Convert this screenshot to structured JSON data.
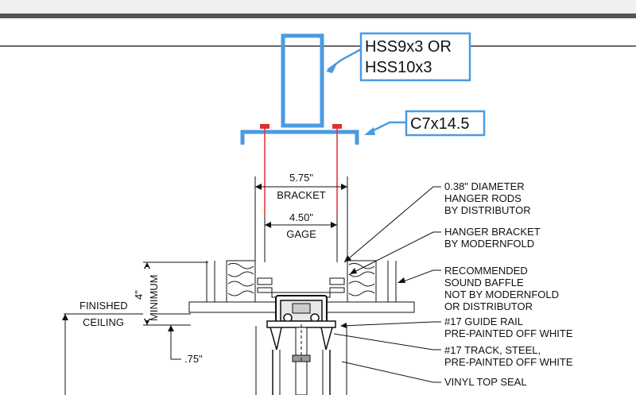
{
  "callouts": {
    "hss": [
      "HSS9x3 OR",
      "HSS10x3"
    ],
    "channel": "C7x14.5"
  },
  "dimensions": {
    "bracket_value": "5.75\"",
    "bracket_label": "BRACKET",
    "gage_value": "4.50\"",
    "gage_label": "GAGE",
    "minimum_label": "MINIMUM",
    "minimum_value": "4\"",
    "gap_value": ".75\"",
    "finished_ceiling": [
      "FINISHED",
      "CEILING"
    ]
  },
  "notes": [
    [
      "0.38\" DIAMETER",
      "HANGER RODS",
      "BY DISTRIBUTOR"
    ],
    [
      "HANGER BRACKET",
      "BY MODERNFOLD"
    ],
    [
      "RECOMMENDED",
      "SOUND BAFFLE",
      "NOT BY MODERNFOLD",
      "OR DISTRIBUTOR"
    ],
    [
      "#17 GUIDE RAIL",
      "PRE-PAINTED OFF WHITE"
    ],
    [
      "#17 TRACK, STEEL,",
      "PRE-PAINTED OFF WHITE"
    ],
    [
      "VINYL TOP SEAL"
    ]
  ],
  "colors": {
    "callout_blue": "#4a9be0",
    "rod_red": "#e03030",
    "ink": "#111111"
  }
}
